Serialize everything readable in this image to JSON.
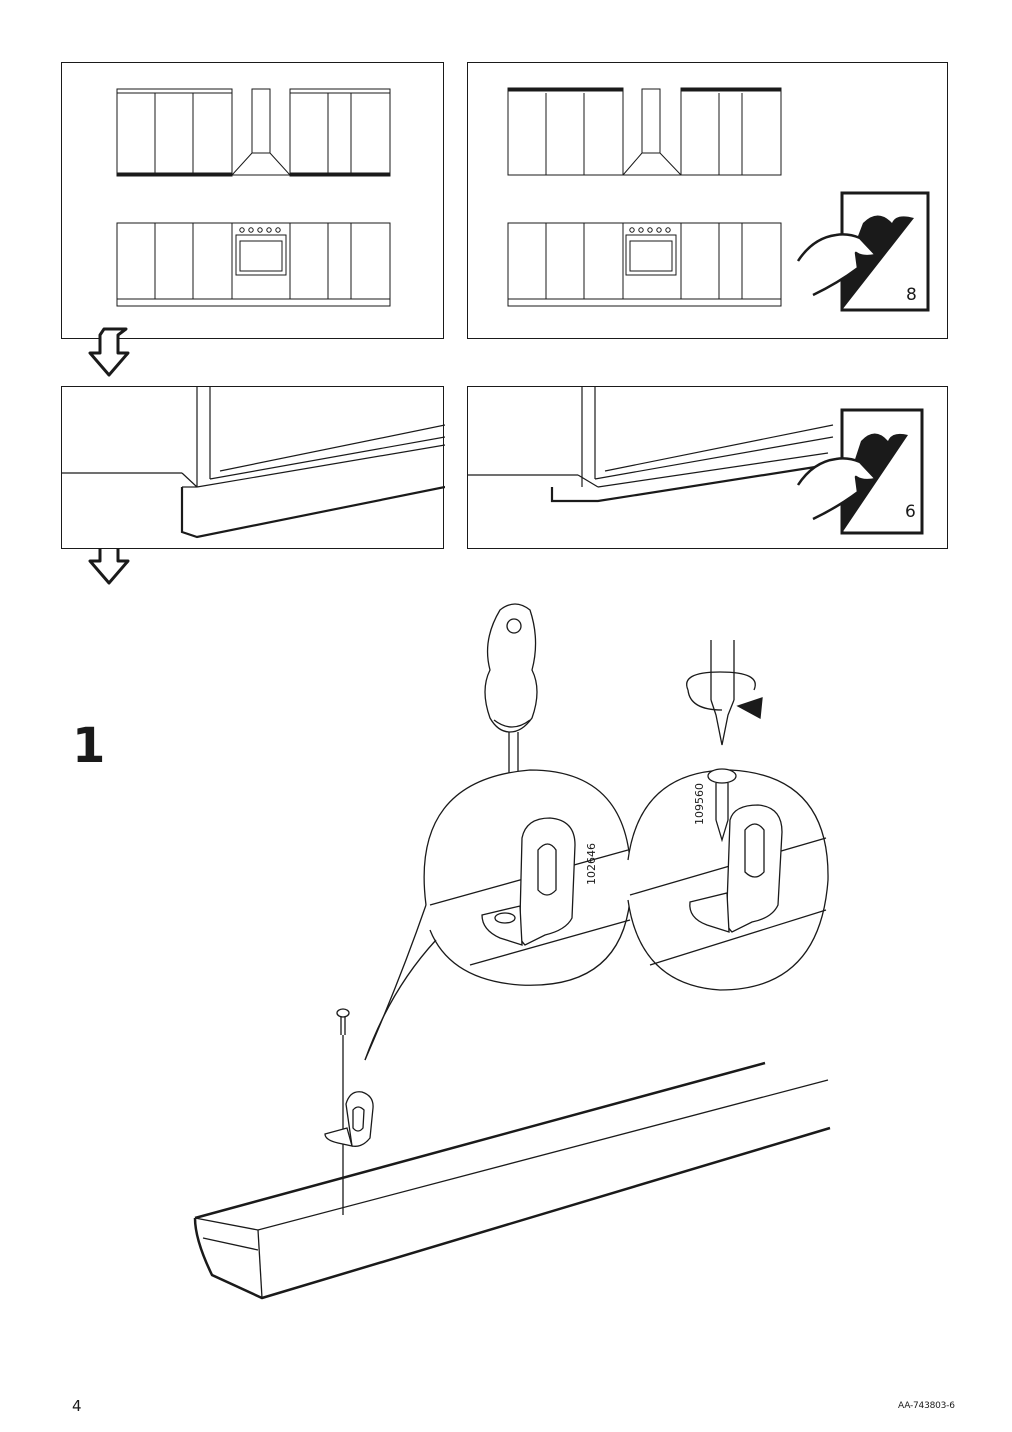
{
  "panels": {
    "top_right_peel_count": "8",
    "middle_right_peel_count": "6"
  },
  "step": {
    "number": "1"
  },
  "parts": {
    "screwdriver_part_number": "102646",
    "screw_part_number": "109560"
  },
  "footer": {
    "page_number": "4",
    "document_code": "AA-743803-6"
  },
  "icons": [
    "down-arrow-icon",
    "peel-film-icon",
    "rotate-arrow-icon",
    "screwdriver-icon",
    "screw-icon",
    "bracket-icon"
  ]
}
